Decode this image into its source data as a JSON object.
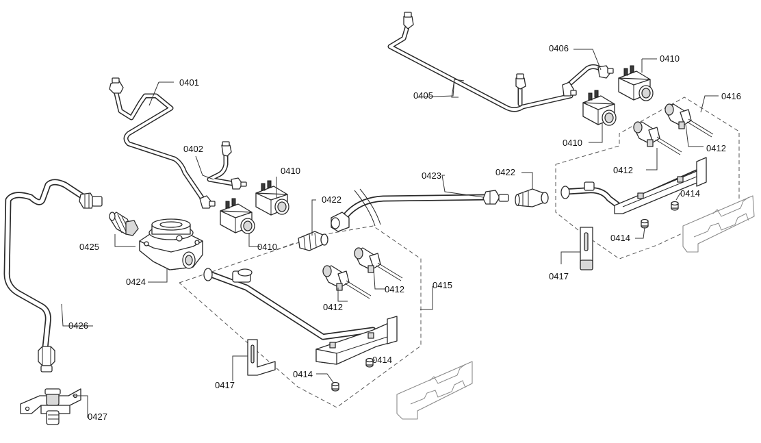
{
  "callouts": {
    "c0401": "0401",
    "c0402": "0402",
    "c0405": "0405",
    "c0406": "0406",
    "c0410a": "0410",
    "c0410b": "0410",
    "c0410c": "0410",
    "c0410d": "0410",
    "c0412a": "0412",
    "c0412b": "0412",
    "c0412c": "0412",
    "c0412d": "0412",
    "c0414a": "0414",
    "c0414b": "0414",
    "c0414c": "0414",
    "c0414d": "0414",
    "c0415": "0415",
    "c0416": "0416",
    "c0417a": "0417",
    "c0417b": "0417",
    "c0422a": "0422",
    "c0422b": "0422",
    "c0423": "0423",
    "c0424": "0424",
    "c0425": "0425",
    "c0426": "0426",
    "c0427": "0427"
  }
}
